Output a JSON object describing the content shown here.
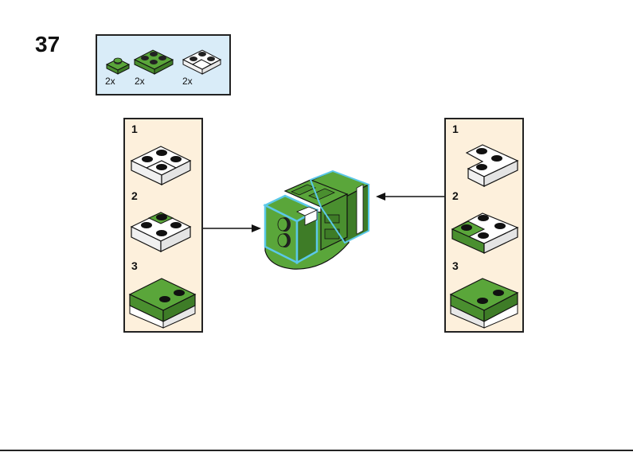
{
  "step": {
    "number": "37"
  },
  "parts_list": [
    {
      "qty": "2x",
      "part": "green 1x1 plate",
      "icon": "green-plate-1x1-icon"
    },
    {
      "qty": "2x",
      "part": "green 2x2 plate",
      "icon": "green-plate-2x2-icon"
    },
    {
      "qty": "2x",
      "part": "white 2x2 corner plate",
      "icon": "white-corner-plate-icon"
    }
  ],
  "left_subassembly": {
    "steps": [
      {
        "label": "1"
      },
      {
        "label": "2"
      },
      {
        "label": "3"
      }
    ]
  },
  "right_subassembly": {
    "steps": [
      {
        "label": "1"
      },
      {
        "label": "2"
      },
      {
        "label": "3"
      }
    ]
  },
  "colors": {
    "green": "#5aa63a",
    "white": "#ffffff",
    "parts_bg": "#d9ecf8",
    "sub_bg": "#fdf0dc",
    "highlight": "#5bc8e8"
  }
}
